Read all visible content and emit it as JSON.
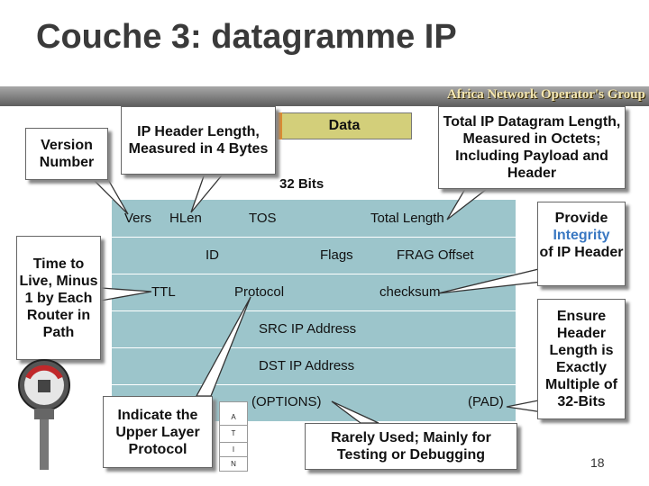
{
  "slide": {
    "title": "Couche 3: datagramme IP",
    "logo_text": "Africa Network Operator's Group",
    "page_number": "18"
  },
  "callouts": {
    "version_number": "Version Number",
    "header_length": "IP Header Length, Measured in 4 Bytes",
    "total_length": "Total IP Datagram Length, Measured in Octets; Including Payload and Header",
    "ttl": "Time to Live, Minus 1 by Each Router in Path",
    "upper_layer": "Indicate the Upper Layer Protocol",
    "options": "Rarely Used; Mainly for Testing or Debugging",
    "checksum_pre": "Provide",
    "checksum_highlight": "Integrity",
    "checksum_post": "of IP Header",
    "padding": "Ensure Header Length is Exactly Multiple of 32-Bits"
  },
  "diagram": {
    "data_label": "Data",
    "width_label": "32 Bits",
    "fields": {
      "vers": "Vers",
      "hlen": "HLen",
      "tos": "TOS",
      "total_length": "Total Length",
      "id": "ID",
      "flags": "Flags",
      "frag_offset": "FRAG Offset",
      "ttl": "TTL",
      "protocol": "Protocol",
      "checksum": "checksum",
      "src": "SRC IP Address",
      "dst": "DST IP Address",
      "options": "(OPTIONS)",
      "pad": "(PAD)"
    },
    "side_letters": [
      "A",
      "T",
      "I",
      "N"
    ]
  },
  "colors": {
    "header_fill": "#9cc5cb",
    "data_fill": "#d3cf7a",
    "highlight": "#3a78c2"
  },
  "icons": {
    "parking_meter": "parking-meter-icon"
  }
}
